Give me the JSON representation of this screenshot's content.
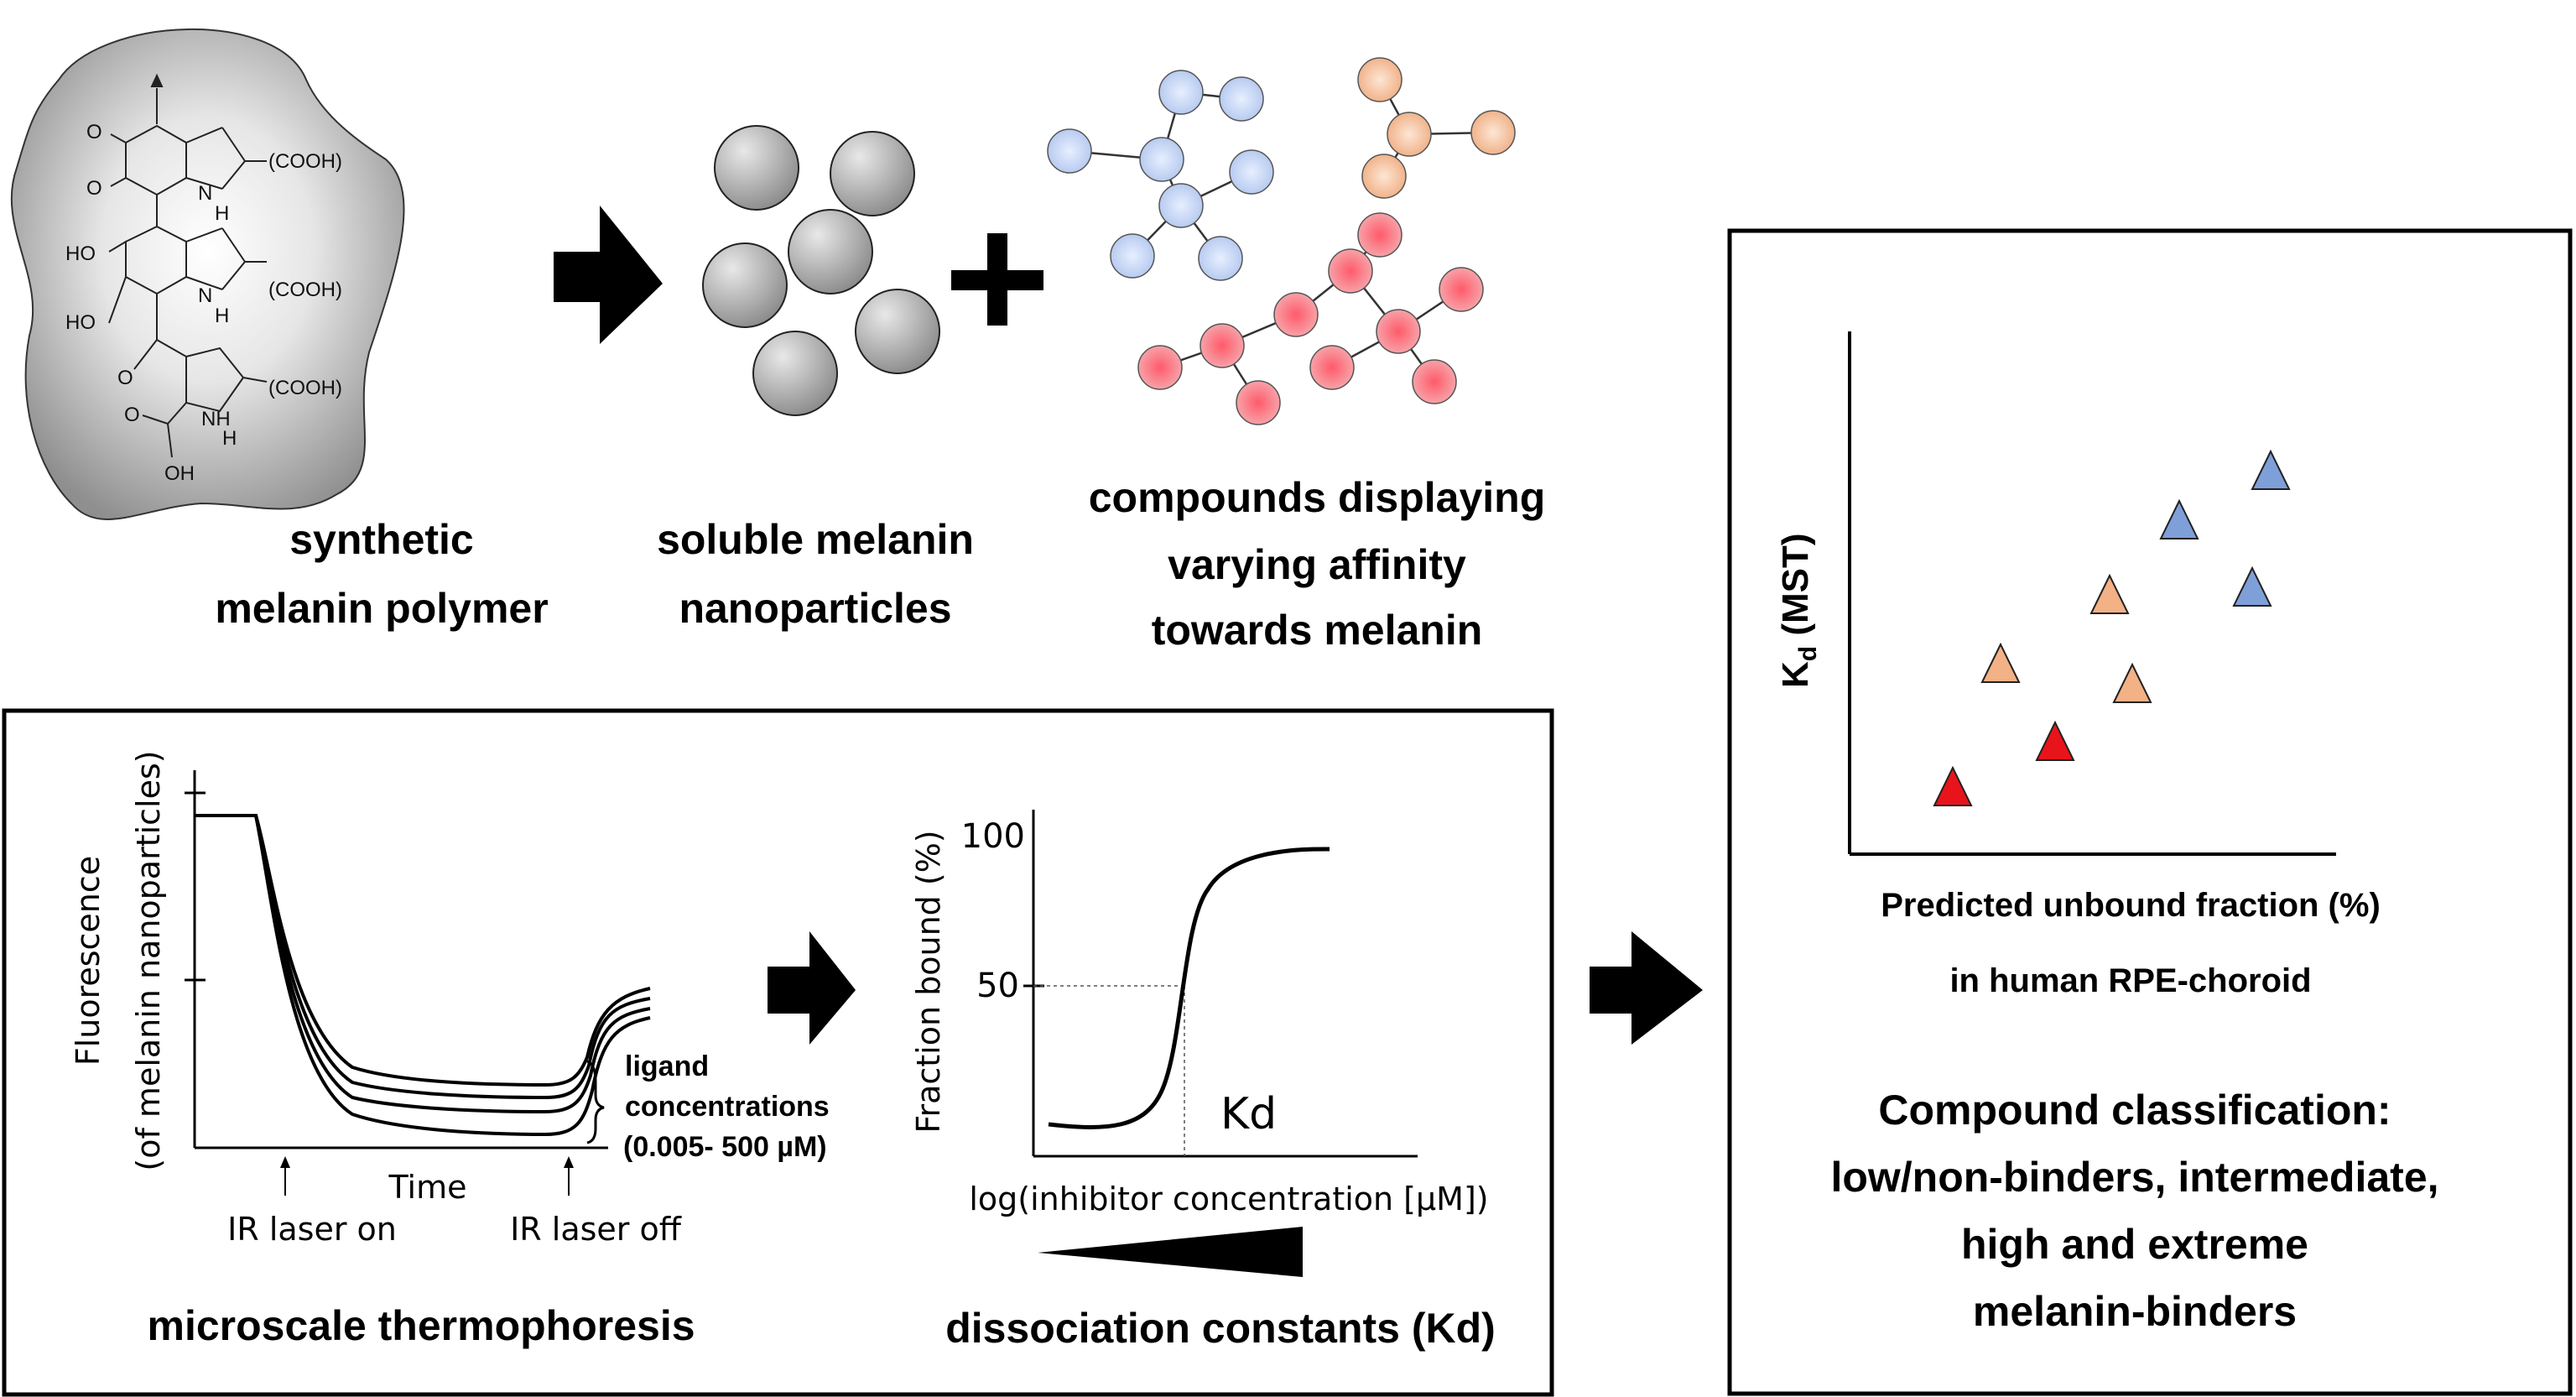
{
  "colors": {
    "blue_node": "#b8cdf0",
    "orange_node": "#f2b48c",
    "red_node": "#f4949c",
    "blue_triangle": "#7f9fd8",
    "orange_triangle": "#f3b186",
    "red_triangle": "#e8141b",
    "nanoparticle": "#9e9e9e",
    "polymer_blob": "#b3b3b3"
  },
  "polymer": {
    "label_line1": "synthetic",
    "label_line2": "melanin polymer",
    "chem": {
      "o1": "O",
      "o2": "O",
      "cooh1": "(COOH)",
      "nh1": "N",
      "h1": "H",
      "ho1": "HO",
      "ho2": "HO",
      "cooh2": "(COOH)",
      "nh2": "N",
      "h2": "H",
      "o3": "O",
      "cooh3": "(COOH)",
      "nh3": "NH",
      "h3": "H",
      "oh": "OH",
      "o4": "O"
    }
  },
  "nanoparticles": {
    "label_line1": "soluble melanin",
    "label_line2": "nanoparticles"
  },
  "compounds": {
    "label_line1": "compounds displaying",
    "label_line2": "varying affinity",
    "label_line3": "towards melanin"
  },
  "mst_panel": {
    "y_axis_label_line1": "Fluorescence",
    "y_axis_label_line2": "(of melanin nanoparticles)",
    "x_axis_label": "Time",
    "laser_on": "IR laser on",
    "laser_off": "IR laser off",
    "ligand_line1": "ligand",
    "ligand_line2": "concentrations",
    "ligand_line3": "(0.005- 500 µM)",
    "title": "microscale thermophoresis"
  },
  "kd_panel": {
    "y_axis_label": "Fraction bound (%)",
    "tick_100": "100",
    "tick_50": "50",
    "kd_label": "Kd",
    "x_axis_label": "log(inhibitor concentration [µM])",
    "title": "dissociation constants (Kd)"
  },
  "classification_panel": {
    "y_axis_label_main": "K",
    "y_axis_label_sub": "d",
    "y_axis_label_rest": " (MST)",
    "x_axis_label_line1": "Predicted unbound fraction (%)",
    "x_axis_label_line2": "in human RPE-choroid",
    "title_line1": "Compound classification:",
    "title_line2": "low/non-binders, intermediate,",
    "title_line3": "high and extreme",
    "title_line4": "melanin-binders"
  }
}
